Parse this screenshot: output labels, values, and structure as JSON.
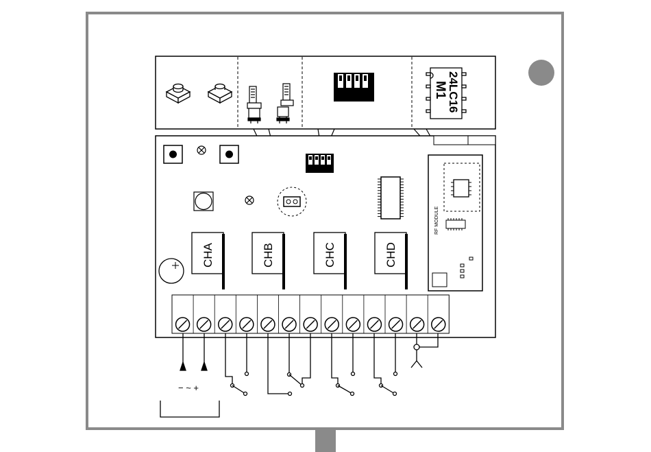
{
  "diagram": {
    "channels": [
      "CHA",
      "CHB",
      "CHC",
      "CHD"
    ],
    "rf_module_label": "RF MODULE",
    "eeprom_chip_label": "24LC16",
    "eeprom_chip_sub": "M1",
    "power_polarity": "− ~ +",
    "terminal_count": 13,
    "colors": {
      "frame": "#8a8a8a",
      "ink": "#000000",
      "indicator_dot": "#8a8a8a"
    },
    "icons": [
      "push-button-icon",
      "jumper-icon",
      "dip-switch-icon",
      "eeprom-chip-icon",
      "antenna-icon",
      "battery-icon"
    ]
  }
}
